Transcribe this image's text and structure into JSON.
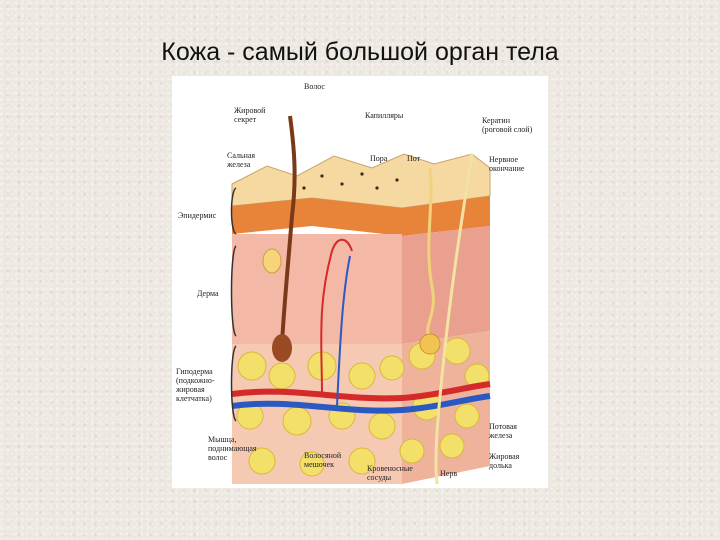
{
  "slide": {
    "title": "Кожа - самый большой орган тела"
  },
  "labels": {
    "hair": "Волос",
    "sebum": "Жировой\nсекрет",
    "capillaries": "Капилляры",
    "keratin": "Кератин\n(роговой слой)",
    "sebaceous_gland": "Сальная\nжелеза",
    "pore": "Пора",
    "sweat": "Пот",
    "nerve_ending": "Нервное\nокончание",
    "epidermis": "Эпидермис",
    "dermis": "Дерма",
    "hypodermis": "Гиподерма\n(подкожно-\nжировая\nклетчатка)",
    "arrector_muscle": "Мышца,\nподнимающая\nволос",
    "hair_follicle": "Волосяной\nмешочек",
    "blood_vessels": "Кровеносные\nсосуды",
    "nerve": "Нерв",
    "fat_lobule": "Жировая\nдолька",
    "sweat_gland": "Потовая\nжелеза"
  },
  "colors": {
    "background": "#ece7df",
    "skin_surface": "#f5d9a0",
    "epidermis": "#e8843a",
    "dermis": "#f4b8a6",
    "fat": "#f2e06a",
    "artery": "#d42a2a",
    "vein": "#2b59c3"
  }
}
